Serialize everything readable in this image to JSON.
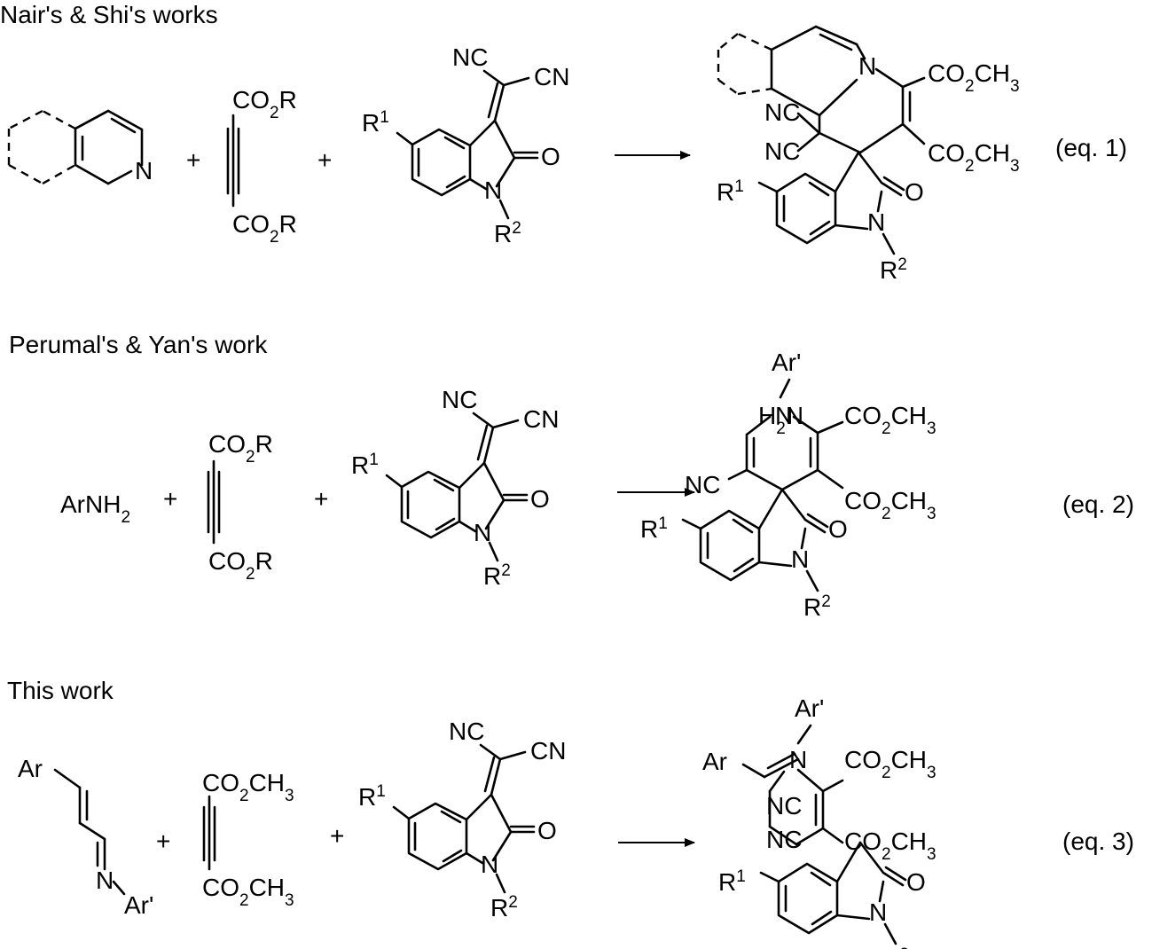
{
  "sections": [
    {
      "heading": "Nair's & Shi's works",
      "reactants": {
        "ester_top": "CO2R",
        "ester_bottom": "CO2R",
        "ring_n": "N"
      },
      "product": {
        "ester_1": "CO2CH3",
        "ester_2": "CO2CH3"
      },
      "equation": "(eq. 1)"
    },
    {
      "heading": "Perumal's & Yan's work",
      "reactants": {
        "amine": "ArNH2",
        "ester_top": "CO2R",
        "ester_bottom": "CO2R"
      },
      "product": {
        "ar_group": "Ar'",
        "amino": "H2N",
        "ester_1": "CO2CH3",
        "ester_2": "CO2CH3"
      },
      "equation": "(eq. 2)"
    },
    {
      "heading": "This work",
      "reactants": {
        "ar": "Ar",
        "imine_ar": "Ar'",
        "ester_top": "CO2CH3",
        "ester_bottom": "CO2CH3"
      },
      "product": {
        "ar": "Ar",
        "ar_group": "Ar'",
        "ester_1": "CO2CH3",
        "ester_2": "CO2CH3"
      },
      "equation": "(eq. 3)"
    }
  ],
  "common": {
    "plus": "+",
    "r1": "R",
    "r1_sup": "1",
    "r2": "R",
    "r2_sup": "2",
    "nitrile_left": "NC",
    "nitrile_right": "CN",
    "n": "N",
    "o": "O"
  }
}
